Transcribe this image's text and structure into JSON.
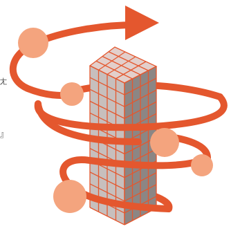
{
  "diagram": {
    "name": "spiral-around-cube-tower",
    "colors": {
      "spiral": "#E4572E",
      "node": "#F4A47E",
      "cube_face_light": "#E3CFCB",
      "cube_face_mid": "#C7BFBD",
      "cube_face_dark": "#8C8684",
      "grid_line": "#E4572E"
    },
    "margin_text": [
      "ㄤ",
      "』"
    ],
    "node_count": 5,
    "tower": {
      "columns_front": 4,
      "columns_side": 4,
      "levels": 12
    }
  }
}
